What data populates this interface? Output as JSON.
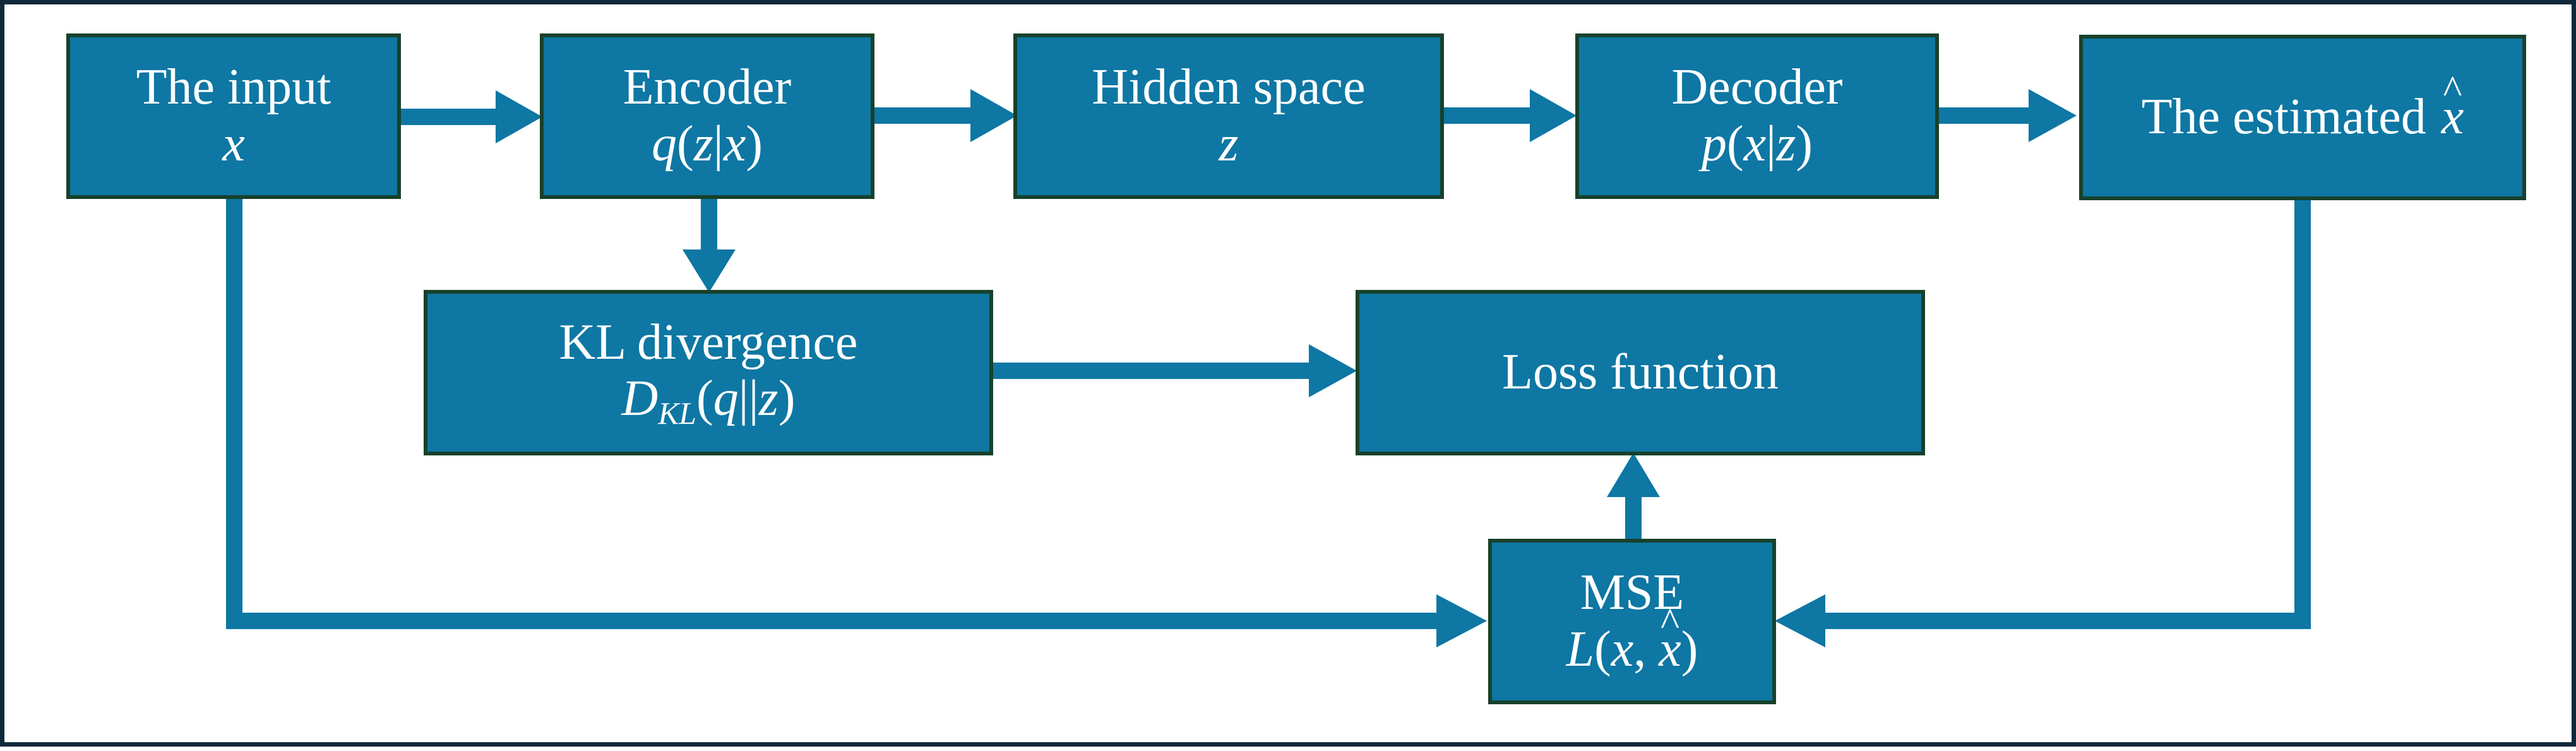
{
  "colors": {
    "box_fill": "#0e77a3",
    "box_border": "#17412b",
    "arrow": "#0e77a3",
    "frame": "#0f2a3a",
    "text": "#ffffff"
  },
  "nodes": {
    "input": {
      "title": "The input",
      "symbol": "x"
    },
    "encoder": {
      "title": "Encoder",
      "symbol": "q",
      "paren_open": "(",
      "arg1": "z",
      "sep": "|",
      "arg2": "x",
      "paren_close": ")"
    },
    "hidden": {
      "title": "Hidden space",
      "symbol": "z"
    },
    "decoder": {
      "title": "Decoder",
      "symbol": "p",
      "paren_open": "(",
      "arg1": "x",
      "sep": "|",
      "arg2": "z",
      "paren_close": ")"
    },
    "estimated": {
      "title": "The estimated",
      "symbol": "x"
    },
    "kl": {
      "title": "KL divergence",
      "symbol": "D",
      "subscript": "KL",
      "paren_open": "(",
      "arg1": "q",
      "sep": "||",
      "arg2": "z",
      "paren_close": ")"
    },
    "loss": {
      "title": "Loss function"
    },
    "mse": {
      "title": "MSE",
      "symbol": "L",
      "paren_open": "(",
      "arg1": "x",
      "sep": ", ",
      "arg2": "x",
      "paren_close": ")"
    }
  },
  "edges": [
    {
      "from": "input",
      "to": "encoder"
    },
    {
      "from": "encoder",
      "to": "hidden"
    },
    {
      "from": "hidden",
      "to": "decoder"
    },
    {
      "from": "decoder",
      "to": "estimated"
    },
    {
      "from": "encoder",
      "to": "kl"
    },
    {
      "from": "kl",
      "to": "loss"
    },
    {
      "from": "input",
      "to": "mse"
    },
    {
      "from": "estimated",
      "to": "mse"
    },
    {
      "from": "mse",
      "to": "loss"
    }
  ]
}
